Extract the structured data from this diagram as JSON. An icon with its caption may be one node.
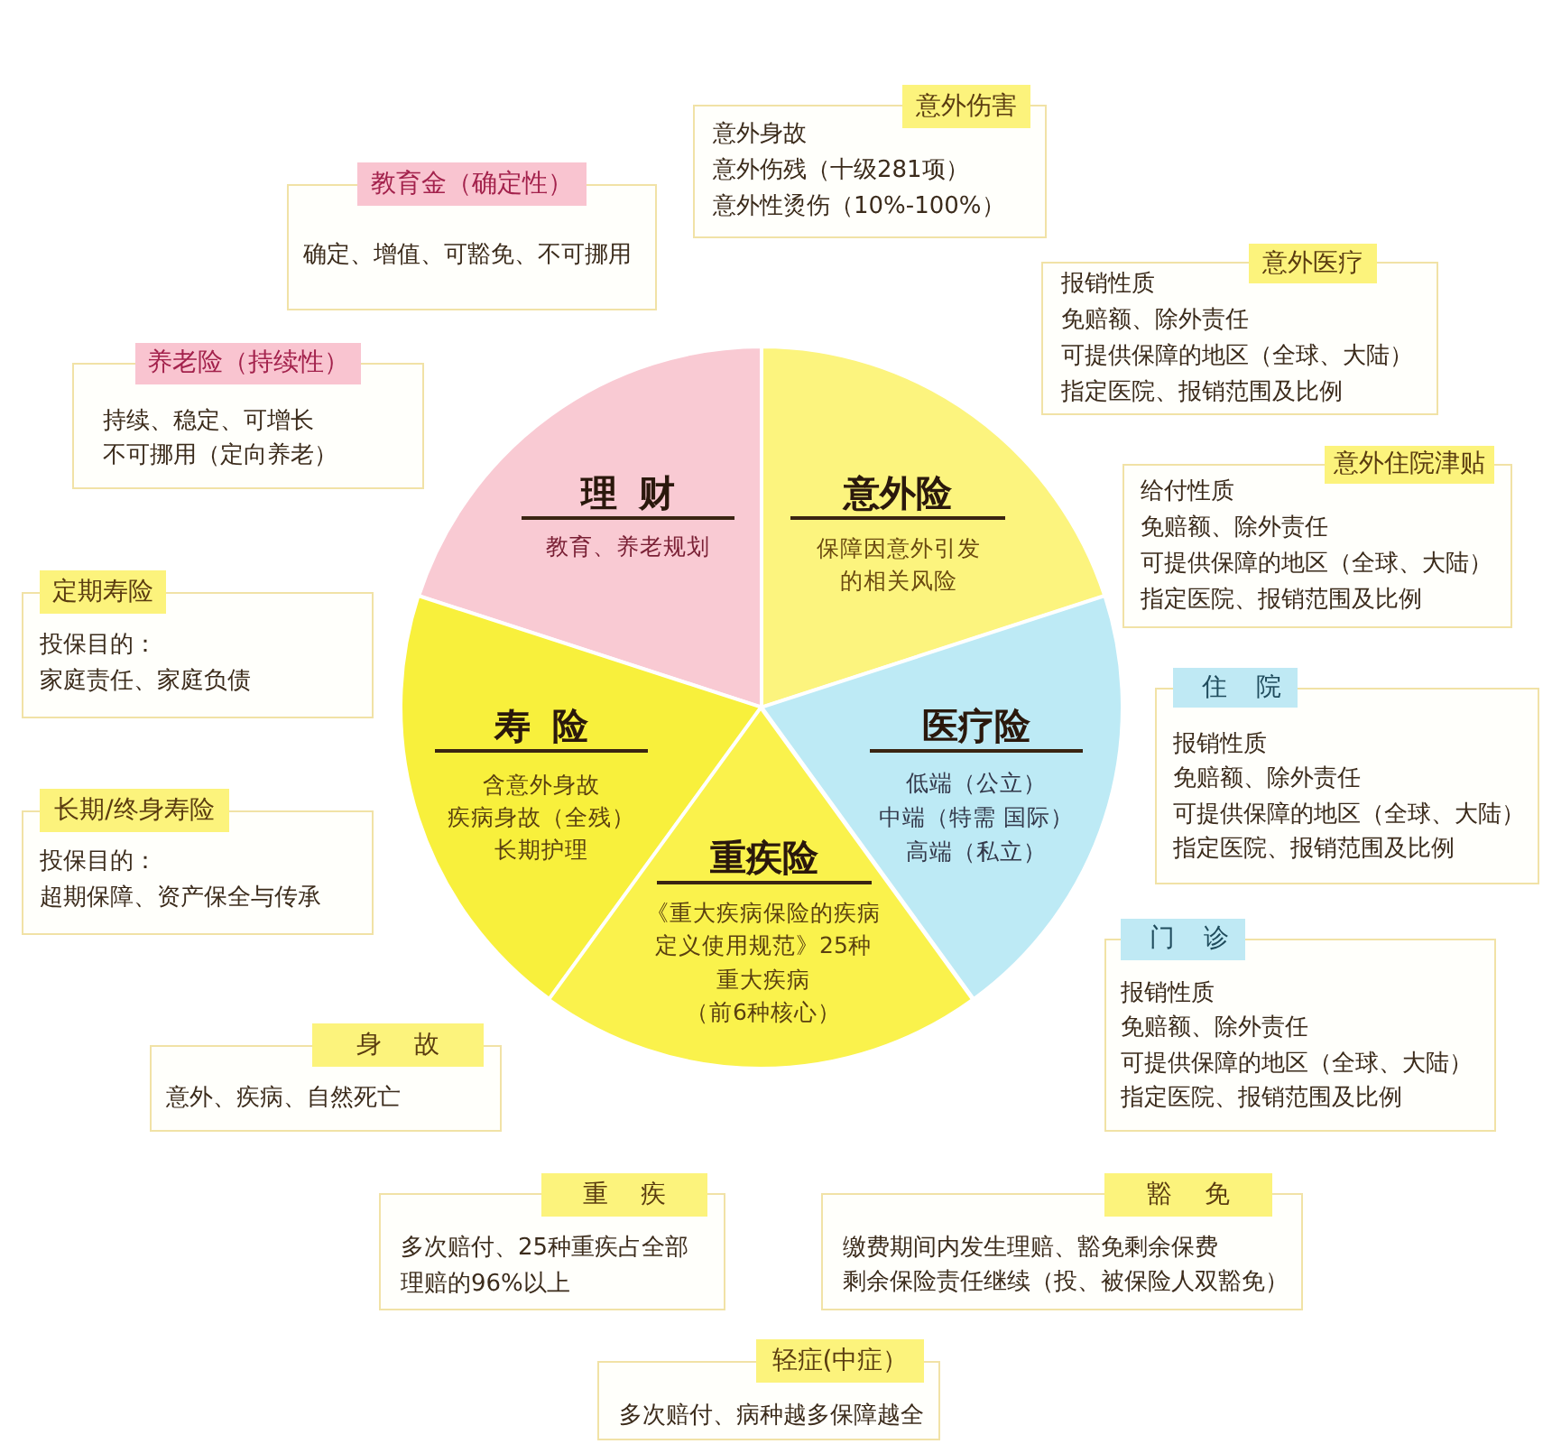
{
  "diagram": {
    "nodes": [
      {
        "text": [
          "意外伤害",
          "意外身故",
          "意外伤残（十级281项）",
          "意外性烫伤（10%-100%）"
        ]
      },
      {
        "text": [
          "教育金（确定性）",
          "确定、增值、可豁免、不可挪用"
        ]
      },
      {
        "text": [
          "意外医疗",
          "报销性质",
          "免赔额、除外责任",
          "可提供保障的地区（全球、大陆）",
          "指定医院、报销范围及比例"
        ]
      },
      {
        "text": [
          "养老险（持续性）",
          "持续、稳定、可增长",
          "不可挪用（定向养老）"
        ]
      },
      {
        "text": [
          "理财",
          "教育、养老规划"
        ]
      },
      {
        "text": [
          "意外险",
          "保障因意外引发的相关风险"
        ]
      },
      {
        "text": [
          "意外住院津贴",
          "给付性质",
          "免赔额、除外责任",
          "可提供保障的地区（全球、大陆）",
          "指定医院、报销范围及比例"
        ]
      },
      {
        "text": [
          "定期寿险",
          "投保目的：",
          "家庭责任、家庭负债"
        ]
      },
      {
        "text": [
          "寿险",
          "含意外身故",
          "疾病身故（全残）",
          "长期护理"
        ]
      },
      {
        "text": [
          "医疗险",
          "低端（公立）",
          "中端（特需 国际）",
          "高端（私立）"
        ]
      },
      {
        "text": [
          "住院",
          "报销性质",
          "免赔额、除外责任",
          "可提供保障的地区（全球、大陆）",
          "指定医院、报销范围及比例"
        ]
      },
      {
        "text": [
          "长期/终身寿险",
          "投保目的：",
          "超期保障、资产保全与传承"
        ]
      },
      {
        "text": [
          "重疾险",
          "《重大疾病保险的疾病定义使用规范》25种重大疾病",
          "（前6种核心）"
        ]
      },
      {
        "text": [
          "门诊",
          "报销性质",
          "免赔额、除外责任",
          "可提供保障的地区（全球、大陆）",
          "指定医院、报销范围及比例"
        ]
      },
      {
        "text": [
          "身故",
          "意外、疾病、自然死亡"
        ]
      },
      {
        "text": [
          "重疾",
          "多次赔付、25种重疾占全部理赔的96%以上"
        ]
      },
      {
        "text": [
          "豁免",
          "缴费期间内发生理赔、豁免剩余保费",
          "剩余保险责任继续（投、被保险人双豁免）"
        ]
      },
      {
        "text": [
          "轻症(中症）",
          "多次赔付、病种越多保障越全"
        ]
      }
    ]
  }
}
